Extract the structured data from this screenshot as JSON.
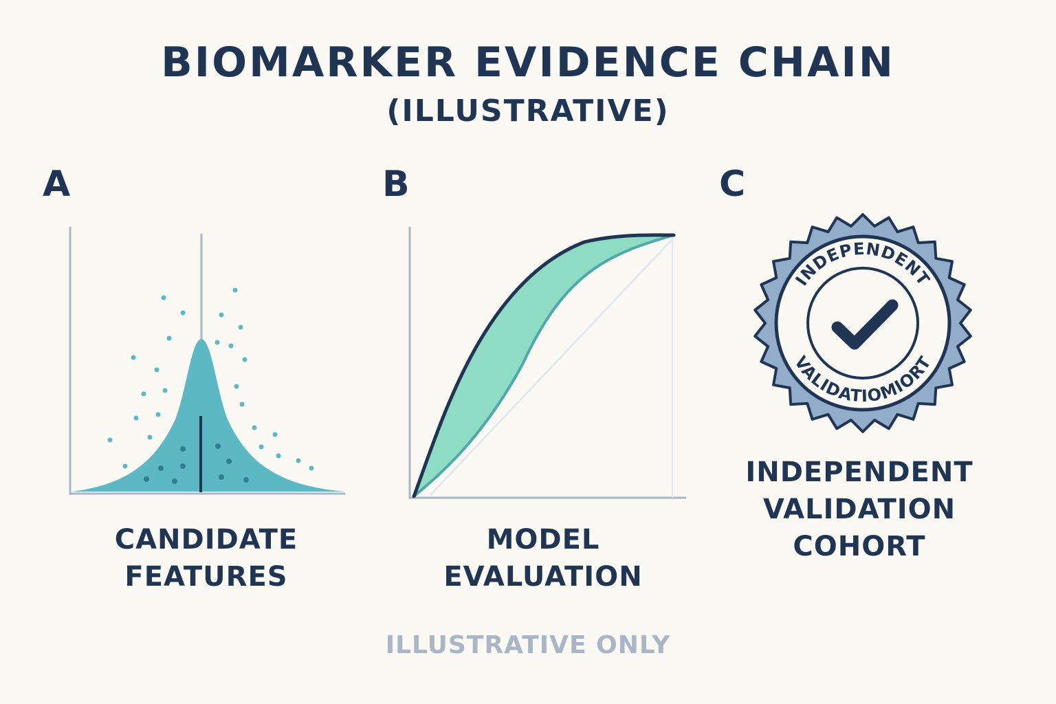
{
  "title": "BIOMARKER EVIDENCE CHAIN",
  "subtitle": "(ILLUSTRATIVE)",
  "colors": {
    "text": "#1f3553",
    "axis": "#a9b7c9",
    "teal": "#5cb8c2",
    "mint": "#8edcc4",
    "seal_blue": "#93acc9",
    "footer": "#aab6c6",
    "background": "#fbf9f4"
  },
  "panels": [
    {
      "letter": "A",
      "caption_lines": [
        "CANDIDATE",
        "FEATURES"
      ],
      "graphic": "distribution-with-scatter"
    },
    {
      "letter": "B",
      "caption_lines": [
        "MODEL",
        "EVALUATION"
      ],
      "graphic": "roc-curve"
    },
    {
      "letter": "C",
      "caption_lines": [
        "INDEPENDENT",
        "VALIDATION",
        "COHORT"
      ],
      "graphic": "validation-seal",
      "seal_text_top": "INDEPENDENT",
      "seal_text_bottom": "VALIDATIOMIORT",
      "seal_icon": "checkmark-icon"
    }
  ],
  "footer": "ILLUSTRATIVE ONLY"
}
